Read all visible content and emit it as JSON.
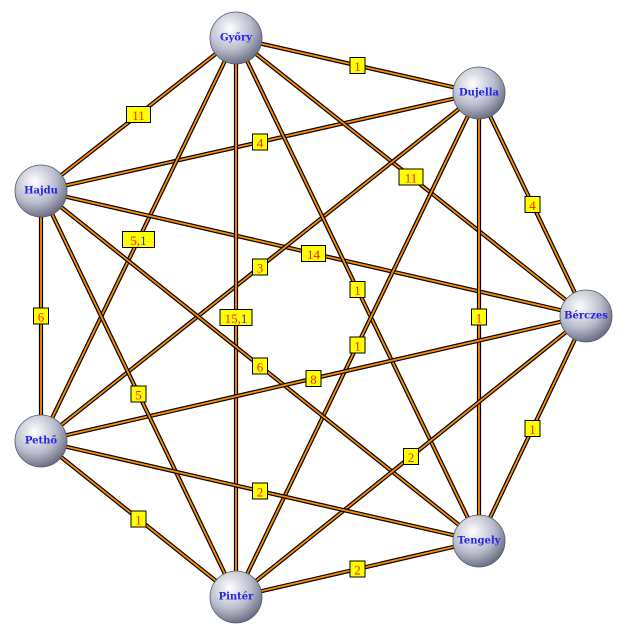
{
  "colors": {
    "edge_outer": "#000000",
    "edge_inner": "#ff8c00",
    "label_bg": "#ffff00",
    "label_text": "#ff1a1a",
    "label_second": "#2a2ad0",
    "node_text": "#2323e6"
  },
  "nodes": [
    {
      "id": "gyory",
      "label": "Győry"
    },
    {
      "id": "dujella",
      "label": "Dujella"
    },
    {
      "id": "berczes",
      "label": "Bérczes"
    },
    {
      "id": "tengely",
      "label": "Tengely"
    },
    {
      "id": "pinter",
      "label": "Pintér"
    },
    {
      "id": "petho",
      "label": "Pethő"
    },
    {
      "id": "hajdu",
      "label": "Hajdu"
    }
  ],
  "edges": [
    {
      "from": "gyory",
      "to": "dujella",
      "label": "1"
    },
    {
      "from": "gyory",
      "to": "hajdu",
      "label": "11"
    },
    {
      "from": "hajdu",
      "to": "dujella",
      "label": "4"
    },
    {
      "from": "gyory",
      "to": "berczes",
      "label": "11"
    },
    {
      "from": "dujella",
      "to": "berczes",
      "label": "4"
    },
    {
      "from": "gyory",
      "to": "petho",
      "label": "5,1"
    },
    {
      "from": "hajdu",
      "to": "berczes",
      "label": "14"
    },
    {
      "from": "dujella",
      "to": "petho",
      "label": "3"
    },
    {
      "from": "gyory",
      "to": "tengely",
      "label": "1"
    },
    {
      "from": "hajdu",
      "to": "petho",
      "label": "6"
    },
    {
      "from": "gyory",
      "to": "pinter",
      "label": "15,1"
    },
    {
      "from": "dujella",
      "to": "tengely",
      "label": "1"
    },
    {
      "from": "dujella",
      "to": "pinter",
      "label": "1"
    },
    {
      "from": "hajdu",
      "to": "tengely",
      "label": "6"
    },
    {
      "from": "petho",
      "to": "berczes",
      "label": "8"
    },
    {
      "from": "hajdu",
      "to": "pinter",
      "label": "5"
    },
    {
      "from": "berczes",
      "to": "tengely",
      "label": "1"
    },
    {
      "from": "berczes",
      "to": "pinter",
      "label": "2"
    },
    {
      "from": "petho",
      "to": "tengely",
      "label": "2"
    },
    {
      "from": "petho",
      "to": "pinter",
      "label": "1"
    },
    {
      "from": "pinter",
      "to": "tengely",
      "label": "2"
    }
  ]
}
